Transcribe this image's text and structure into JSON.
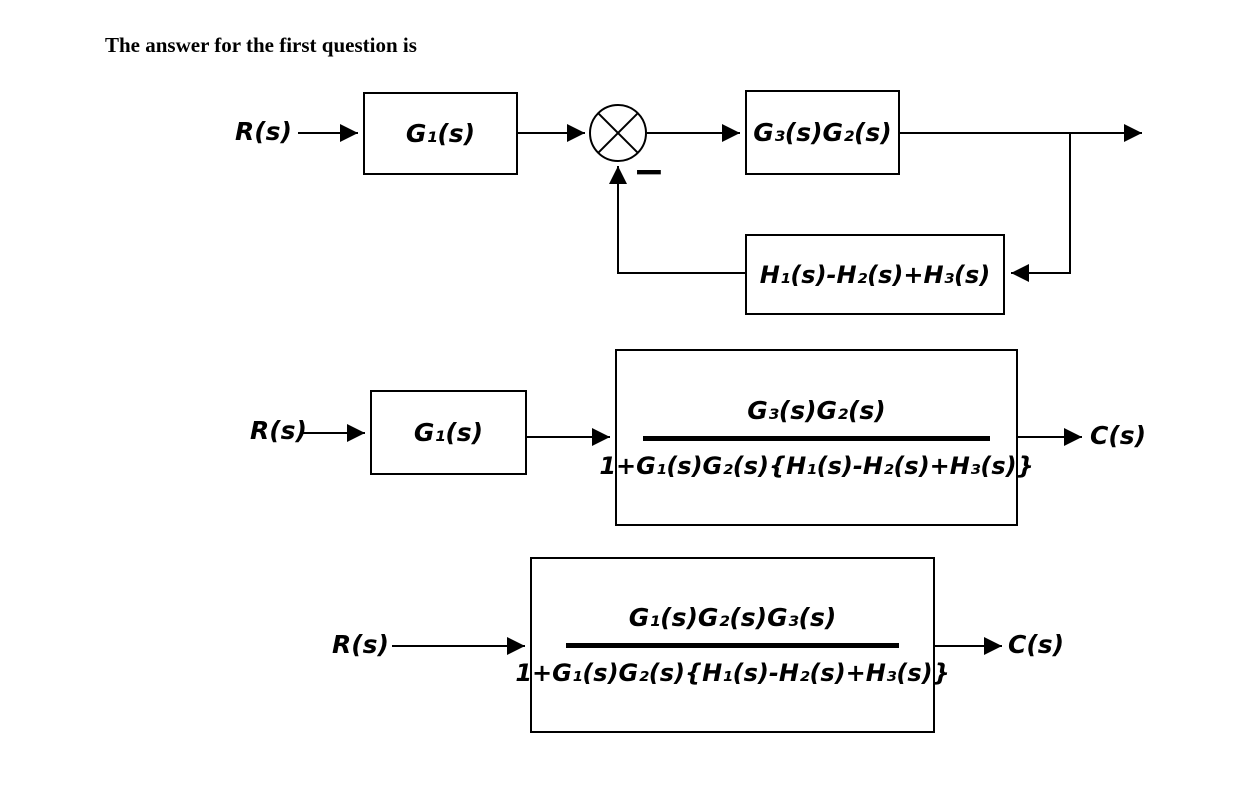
{
  "title": "The answer for the first question is",
  "diagram1": {
    "input_label": "R(s)",
    "block_g1": "G₁(s)",
    "block_forward": "G₃(s)G₂(s)",
    "block_feedback": "H₁(s)-H₂(s)+H₃(s)",
    "sum_sign": "−"
  },
  "diagram2": {
    "input_label": "R(s)",
    "block_g1": "G₁(s)",
    "fraction_numerator": "G₃(s)G₂(s)",
    "fraction_denominator": "1+G₁(s)G₂(s){H₁(s)-H₂(s)+H₃(s)}",
    "output_label": "C(s)"
  },
  "diagram3": {
    "input_label": "R(s)",
    "fraction_numerator": "G₁(s)G₂(s)G₃(s)",
    "fraction_denominator": "1+G₁(s)G₂(s){H₁(s)-H₂(s)+H₃(s)}",
    "output_label": "C(s)"
  },
  "colors": {
    "line": "#000000",
    "background": "#ffffff"
  }
}
